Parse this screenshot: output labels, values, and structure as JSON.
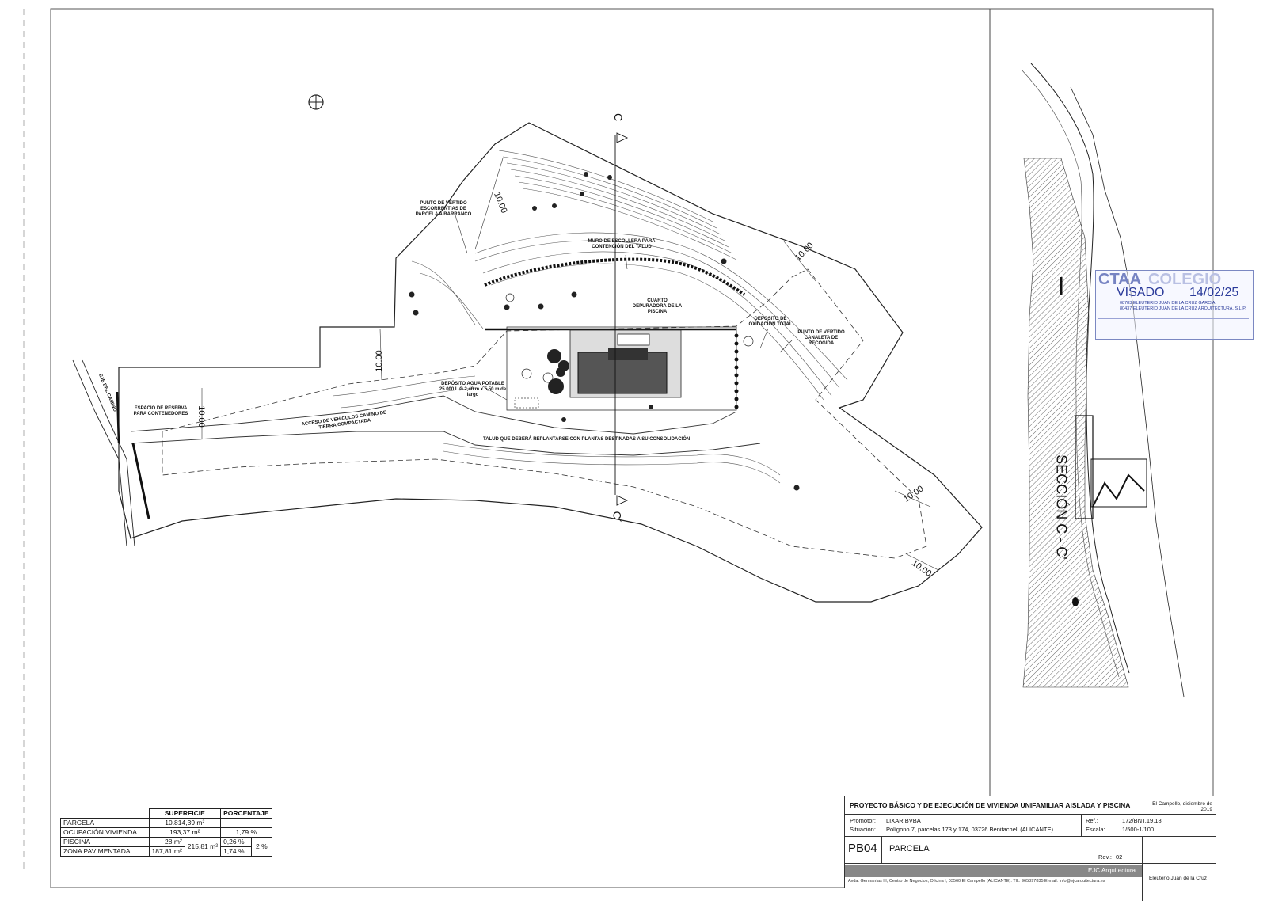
{
  "plan": {
    "axis_c_top": "C",
    "axis_c_bottom": "C´",
    "dim_values": [
      "10.00",
      "10.00",
      "10.00",
      "10.00",
      "10.00",
      "10.00"
    ],
    "labels": {
      "punto_vertido_1": "PUNTO DE VERTIDO ESCORRENTIAS DE PARCELA A BARRANCO",
      "muro": "MURO DE ESCOLLERA PARA CONTENCIÓN DEL TALUD",
      "cuarto": "CUARTO DEPURADORA DE LA PISCINA",
      "deposito_oxidacion": "DEPOSITO DE OXIDACIÓN TOTAL",
      "punto_vertido_2": "PUNTO DE VERTIDO CANALETA DE RECOGIDA",
      "deposito_agua": "DEPÓSITO AGUA POTABLE 25.000 L Ø 2,40 m x 5,50 m de largo",
      "espacio_reserva": "ESPACIO DE RESERVA PARA CONTENEDORES",
      "acceso": "ACCESO DE VEHÍCULOS CAMINO DE TIERRA COMPACTADA",
      "talud": "TALUD QUE DEBERÁ REPLANTARSE CON PLANTAS DESTINADAS A SU CONSOLIDACIÓN",
      "eje_camino": "EJE DEL CAMINO"
    }
  },
  "section": {
    "title": "SECCIÓN C - C'"
  },
  "stamp": {
    "org": "CTAA",
    "org2": "COLEGIO",
    "visado_label": "VISADO",
    "visado_date": "14/02/25",
    "line1": "08783 ELEUTERIO JUAN DE LA CRUZ GARCIA",
    "line2": "80437 ELEUTERIO JUAN DE LA CRUZ ARQUITECTURA, S.L.P.",
    "accent": "#2a3a9a"
  },
  "area_table": {
    "headers": [
      "SUPERFICIE",
      "PORCENTAJE"
    ],
    "rows": [
      {
        "label": "PARCELA",
        "sup": "10.814,39 m²",
        "sub": "",
        "pct": "",
        "pct2": ""
      },
      {
        "label": "OCUPACIÓN VIVIENDA",
        "sup": "193,37 m²",
        "sub": "",
        "pct": "1,79 %",
        "pct2": ""
      },
      {
        "label": "PISCINA",
        "sup": "28 m²",
        "sub": "215,81 m²",
        "pct": "0,26 %",
        "pct2": "2 %"
      },
      {
        "label": "ZONA PAVIMENTADA",
        "sup": "187,81 m²",
        "sub": "",
        "pct": "1,74 %",
        "pct2": ""
      }
    ]
  },
  "title_block": {
    "project": "PROYECTO BÁSICO Y DE EJECUCIÓN DE VIVIENDA UNIFAMILIAR AISLADA Y PISCINA",
    "promotor_label": "Promotor:",
    "promotor": "LIXAR BVBA",
    "situacion_label": "Situación:",
    "situacion": "Polígono 7, parcelas 173 y 174, 03726 Benitachell (ALICANTE)",
    "ref_label": "Ref.:",
    "ref": "172/BNT.19.18",
    "escala_label": "Escala:",
    "escala": "1/500-1/100",
    "sheet_code": "PB04",
    "sheet_name": "PARCELA",
    "rev_label": "Rev.:",
    "rev": "02",
    "firm": "EJC Arquitectura",
    "address": "Avda. Germanías III, Centro de Negocios, Oficina I, 03560 El Campello (ALICANTE). Tlf.: 965397835 E-mail: info@ejcarquitectura.es",
    "place_date": "El Campello, diciembre de 2019",
    "signer": "Eleuterio Juan de la Cruz"
  }
}
